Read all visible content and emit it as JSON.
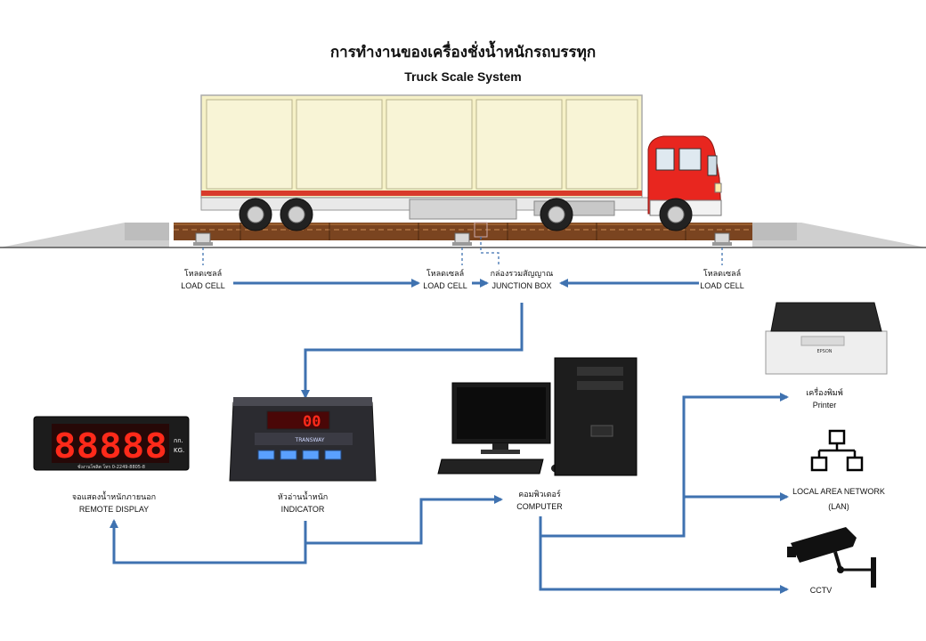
{
  "header": {
    "title_thai": "การทำงานของเครื่องชั่งน้ำหนักรถบรรทุก",
    "title_en": "Truck Scale System"
  },
  "labels": {
    "load_cell_left": {
      "th": "โหลดเซลล์",
      "en": "LOAD CELL"
    },
    "load_cell_mid": {
      "th": "โหลดเซลล์",
      "en": "LOAD CELL"
    },
    "junction_box": {
      "th": "กล่องรวมสัญญาณ",
      "en": "JUNCTION BOX"
    },
    "load_cell_right": {
      "th": "โหลดเซลล์",
      "en": "LOAD CELL"
    },
    "remote_display": {
      "th": "จอแสดงน้ำหนักภายนอก",
      "en": "REMOTE DISPLAY"
    },
    "indicator": {
      "th": "หัวอ่านน้ำหนัก",
      "en": "INDICATOR"
    },
    "computer": {
      "th": "คอมพิวเตอร์",
      "en": "COMPUTER"
    },
    "printer": {
      "th": "เครื่องพิมพ์",
      "en": "Printer"
    },
    "lan": {
      "line1": "LOCAL AREA NETWORK",
      "line2": "(LAN)"
    },
    "cctv": {
      "en": "CCTV"
    }
  },
  "devices": {
    "remote_display_digits": "88888",
    "remote_display_unit_line1": "กก.",
    "remote_display_unit_line2": "KG.",
    "remote_display_footer": "ชั่งงานโซลิต  โทร 0-2249-8805-8",
    "indicator_reading": "00",
    "indicator_brand": "TRANSWAY",
    "printer_brand": "EPSON"
  },
  "colors": {
    "arrow": "#3f72b0",
    "truck_cab": "#e8261f",
    "container": "#f6f1c7",
    "platform": "#7a4420",
    "led": "#ff2a1a"
  }
}
